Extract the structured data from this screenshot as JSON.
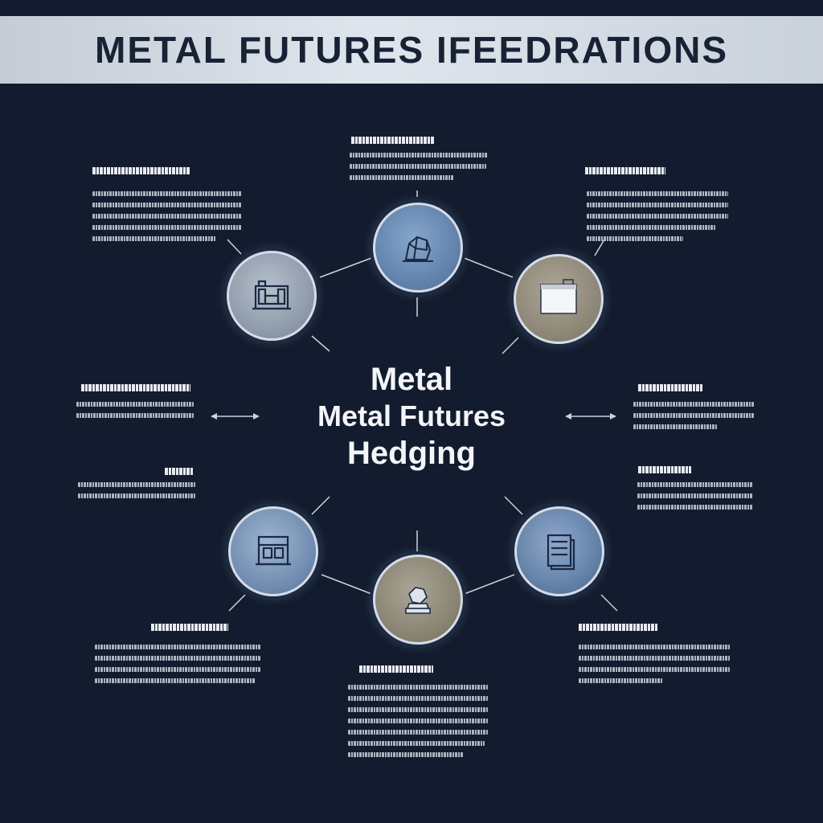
{
  "header": {
    "title": "METAL FUTURES IFEEDRATIONS"
  },
  "center": {
    "line1": "Metal",
    "line2": "Metal Futures",
    "line3": "Hedging"
  },
  "nodes": [
    {
      "name": "node-top",
      "icon": "ore-icon",
      "color": "#5d7fa8"
    },
    {
      "name": "node-upper-left",
      "icon": "factory-icon",
      "color": "#8b97a8"
    },
    {
      "name": "node-upper-right",
      "icon": "document-icon",
      "color": "#8a8474"
    },
    {
      "name": "node-lower-left",
      "icon": "warehouse-icon",
      "color": "#6c88ad"
    },
    {
      "name": "node-bottom",
      "icon": "metal-pile-icon",
      "color": "#85806f"
    },
    {
      "name": "node-lower-right",
      "icon": "ledger-icon",
      "color": "#5e7ca3"
    }
  ],
  "colors": {
    "background": "#131c2e",
    "banner": "#d6dde6",
    "text": "#f3f5f8"
  }
}
